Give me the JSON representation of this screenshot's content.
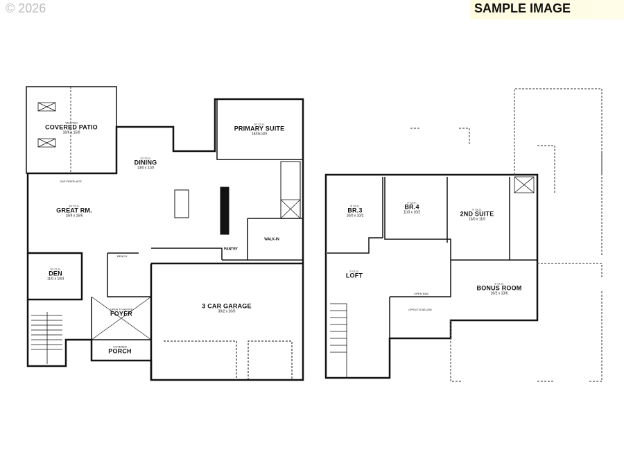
{
  "header": {
    "copyright": "© 2026",
    "watermark": "SAMPLE IMAGE"
  },
  "main_floor": {
    "rooms": [
      {
        "name": "COVERED PATIO",
        "ceiling": "VAULTED",
        "dims": "16/6 x 15/0"
      },
      {
        "name": "DINING",
        "ceiling": "10' CLG.",
        "dims": "13/0 x 11/0"
      },
      {
        "name": "PRIMARY SUITE",
        "ceiling": "10' CLG.",
        "dims": "18/0x14/0"
      },
      {
        "name": "GREAT RM.",
        "ceiling": "10' CLG.",
        "dims": "18/4 x 16/6"
      },
      {
        "name": "WALK-IN"
      },
      {
        "name": "PANTRY"
      },
      {
        "name": "DEN",
        "ceiling": "10' CLG.",
        "dims": "11/0 x 10/4"
      },
      {
        "name": "FOYER",
        "ceiling": "OPEN TO ABOVE"
      },
      {
        "name": "3 CAR GARAGE",
        "dims": "30/2 x 20/0"
      },
      {
        "name": "PORCH",
        "ceiling": "COVERED"
      }
    ],
    "notes": {
      "bench": "BENCH",
      "fireplace": "GAS FIREPLACE"
    }
  },
  "upper_floor": {
    "rooms": [
      {
        "name": "BR.3",
        "ceiling": "9' CLG.",
        "dims": "10/0 x 10/2"
      },
      {
        "name": "BR.4",
        "ceiling": "9' CLG.",
        "dims": "11/0 x 10/2"
      },
      {
        "name": "2ND SUITE",
        "ceiling": "9' CLG.",
        "dims": "13/0 x 11/0"
      },
      {
        "name": "LOFT",
        "ceiling": "9' CLG."
      },
      {
        "name": "BONUS ROOM",
        "ceiling": "9' CLG.",
        "dims": "16/2 x 13/6"
      },
      {
        "name": "OPEN TO BELOW"
      }
    ],
    "notes": {
      "open_rail": "OPEN RAIL"
    }
  }
}
